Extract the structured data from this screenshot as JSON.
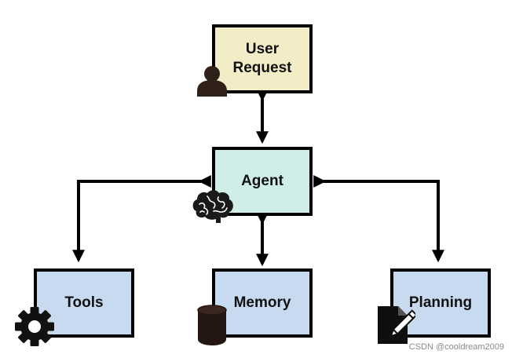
{
  "nodes": {
    "user_request": {
      "label": "User\nRequest",
      "fill": "#f2ecc7"
    },
    "agent": {
      "label": "Agent",
      "fill": "#cfeee8"
    },
    "tools": {
      "label": "Tools",
      "fill": "#c8daef"
    },
    "memory": {
      "label": "Memory",
      "fill": "#c8daef"
    },
    "planning": {
      "label": "Planning",
      "fill": "#c8daef"
    }
  },
  "icons": {
    "user_request": "person-icon",
    "agent": "brain-icon",
    "tools": "gear-icon",
    "memory": "database-icon",
    "planning": "document-pencil-icon"
  },
  "watermark": "CSDN @cooldream2009",
  "colors": {
    "stroke": "#000000"
  }
}
